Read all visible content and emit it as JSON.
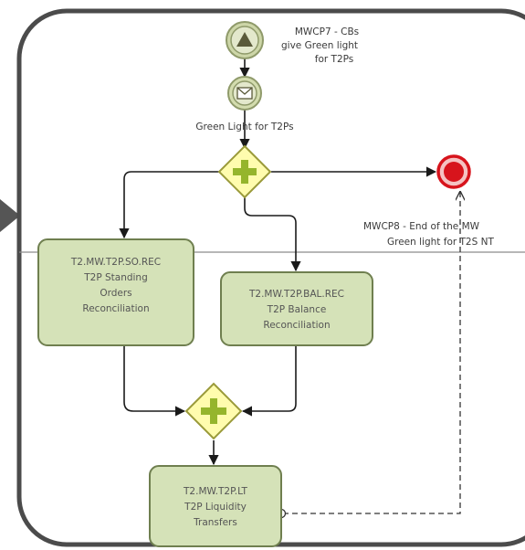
{
  "colors": {
    "frame_border": "#4b4b4b",
    "task_fill": "#d5e2b8",
    "task_border": "#6f7f4f",
    "gateway_fill": "#fffcae",
    "gateway_border": "#9a9a3a",
    "gateway_plus": "#95b52c",
    "end_event": "#d7141c",
    "start_event_fill": "#dfe5c8",
    "arrow_pointer": "#555555"
  },
  "events": {
    "start_signal": {
      "label_lines": [
        "MWCP7 -  CBs",
        "give Green light",
        "for T2Ps"
      ],
      "icon": "triangle-signal-icon"
    },
    "message": {
      "label": "Green Light for T2Ps",
      "icon": "envelope-icon"
    },
    "end": {
      "label_lines": [
        "MWCP8 - End of the MW",
        "Green light for T2S NT"
      ]
    }
  },
  "gateways": {
    "split": {
      "icon": "plus-icon"
    },
    "join": {
      "icon": "plus-icon"
    }
  },
  "tasks": [
    {
      "id": "so_rec",
      "lines": [
        "T2.MW.T2P.SO.REC",
        "T2P Standing",
        "Orders",
        "Reconciliation"
      ]
    },
    {
      "id": "bal_rec",
      "lines": [
        "T2.MW.T2P.BAL.REC",
        "T2P Balance",
        "Reconciliation"
      ]
    },
    {
      "id": "liquidity",
      "lines": [
        "T2.MW.T2P.LT",
        "T2P Liquidity",
        "Transfers"
      ]
    }
  ]
}
